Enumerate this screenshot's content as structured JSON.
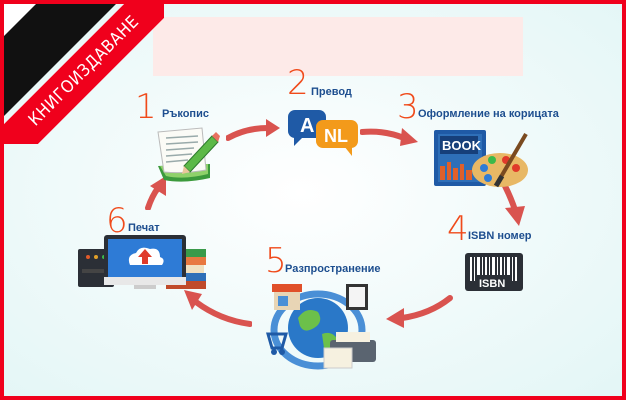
{
  "ribbon": {
    "text": "КНИГОИЗДАВАНЕ"
  },
  "colors": {
    "border": "#f0001c",
    "number": "#f04a1a",
    "label": "#1d4e8f",
    "arrow": "#d9534f",
    "banner": "#fdeae8"
  },
  "steps": [
    {
      "number": "1",
      "label": "Ръкопис",
      "icon": "manuscript-icon"
    },
    {
      "number": "2",
      "label": "Превод",
      "icon": "translation-icon",
      "icon_text_a": "A",
      "icon_text_b": "NL"
    },
    {
      "number": "3",
      "label": "Оформление на корицата",
      "icon": "book-cover-palette-icon",
      "icon_text": "BOOK"
    },
    {
      "number": "4",
      "label": "ISBN номер",
      "icon": "isbn-barcode-icon",
      "icon_text": "ISBN"
    },
    {
      "number": "5",
      "label": "Разпространение",
      "icon": "distribution-globe-icon"
    },
    {
      "number": "6",
      "label": "Печат",
      "icon": "print-computer-books-icon"
    }
  ]
}
